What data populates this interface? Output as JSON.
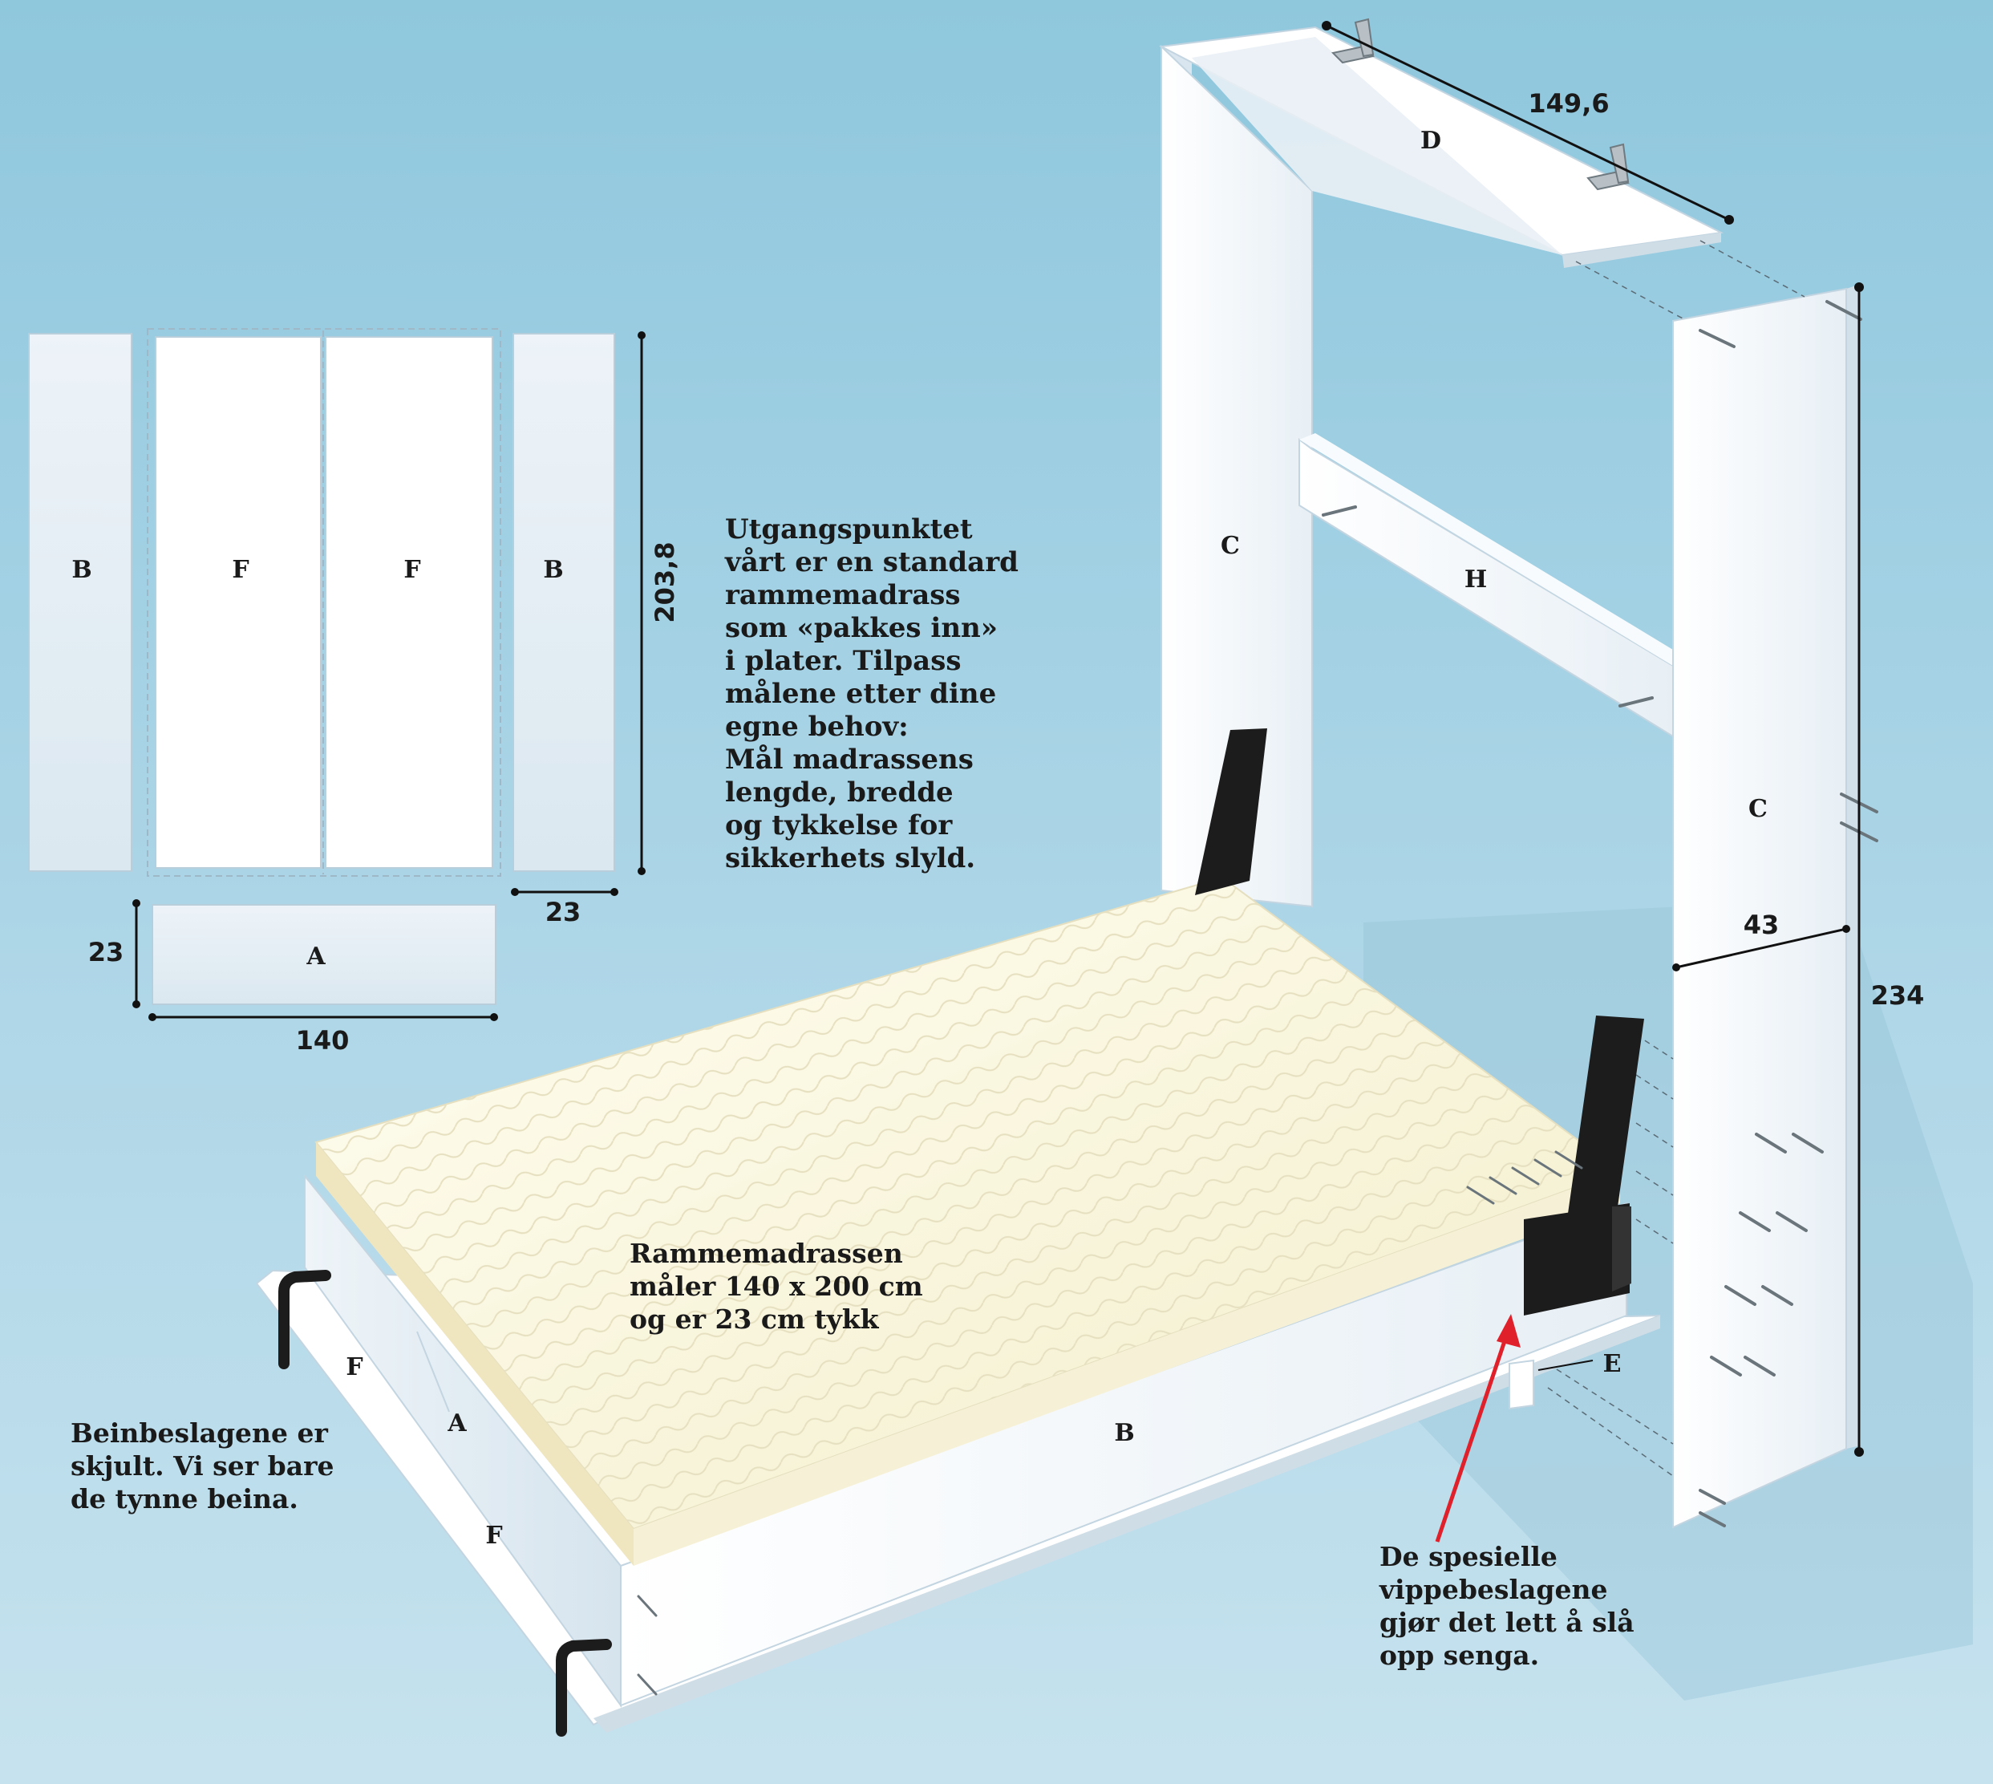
{
  "colors": {
    "background": "#a9d4e6",
    "panel": "#f4f8fb",
    "panel_shade": "#dde9f1",
    "mattress": "#fbf8e4",
    "hardware": "#1c1c1c",
    "dimension_line": "#111111",
    "arrow": "#e0202a"
  },
  "flat_layout": {
    "panel_labels": {
      "left_side": "B",
      "top_left": "F",
      "top_right": "F",
      "right_side": "B",
      "end": "A"
    },
    "dimensions": {
      "length": "203,8",
      "side_width": "23",
      "end_height": "23",
      "end_width": "140"
    }
  },
  "assembly": {
    "labels": {
      "top_shelf": "D",
      "back_left_upright": "C",
      "crossbar": "H",
      "front_upright": "C",
      "small_block": "E",
      "bed_side": "B",
      "bed_end": "A",
      "bed_end_f_upper": "F",
      "bed_end_f_lower": "F"
    },
    "dimensions": {
      "shelf_length": "149,6",
      "upright_depth": "43",
      "upright_height": "234"
    }
  },
  "notes": {
    "intro": "Utgangspunktet\nvårt er en standard\nrammemadrass\nsom «pakkes inn»\ni plater. Tilpass\nmålene etter dine\negne behov:\nMål madrassens\nlengde, bredde\nog tykkelse for\nsikkerhets slyld.",
    "mattress": "Rammemadrassen\nmåler 140 x 200 cm\nog er 23 cm tykk",
    "legs": "Beinbeslagene er\nskjult. Vi ser bare\nde tynne beina.",
    "hinge": "De spesielle\nvippebeslagene\ngjør det lett å slå\nopp senga."
  }
}
